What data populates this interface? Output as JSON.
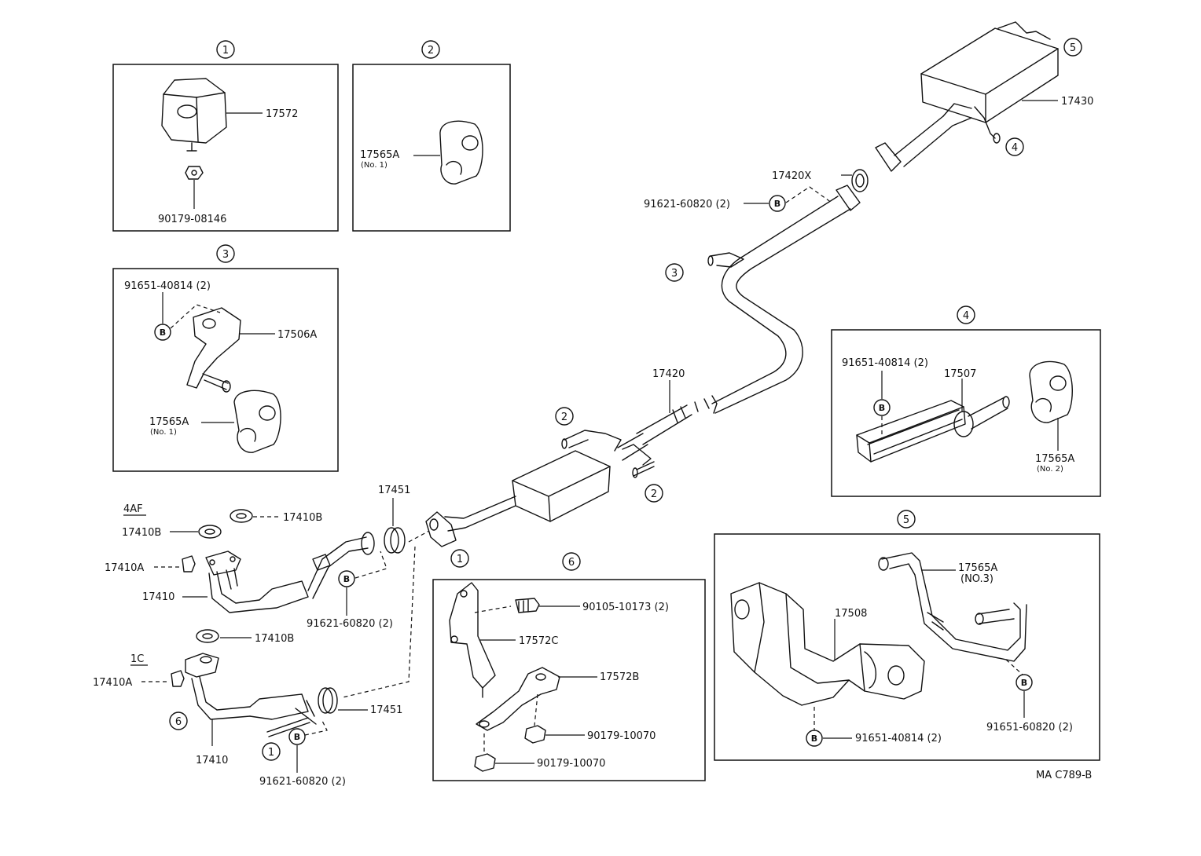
{
  "figure_code": "MA C789-B",
  "panels": [
    {
      "num": "1"
    },
    {
      "num": "2"
    },
    {
      "num": "3"
    },
    {
      "num": "4"
    },
    {
      "num": "5"
    },
    {
      "num": "6"
    }
  ],
  "callouts": {
    "c1_a": "1",
    "c1_b": "1",
    "c2_a": "2",
    "c2_b": "2",
    "c3": "3",
    "c4": "4",
    "c5": "5",
    "c6": "6",
    "b": "B"
  },
  "variants": {
    "v4af": "4AF",
    "v1c": "1C"
  },
  "parts": {
    "p17572": "17572",
    "p90179_08146": "90179-08146",
    "p17565A_1": "17565A",
    "p17565A_1_note": "(No. 1)",
    "p17565A_3": "17565A",
    "p17565A_3_note": "(No. 1)",
    "p91651_40814_3": "91651-40814 (2)",
    "p17506A": "17506A",
    "p91651_40814_4": "91651-40814 (2)",
    "p17507": "17507",
    "p17565A_4": "17565A",
    "p17565A_4_note": "(No. 2)",
    "p17565A_5": "17565A",
    "p17565A_5_note": "(NO.3)",
    "p17508": "17508",
    "p91651_40814_5": "91651-40814 (2)",
    "p91651_60820_5": "91651-60820 (2)",
    "p17430": "17430",
    "p17420X": "17420X",
    "p91621_60820_top": "91621-60820 (2)",
    "p17420": "17420",
    "p17451_top": "17451",
    "p17410B_a": "17410B",
    "p17410B_b": "17410B",
    "p17410B_c": "17410B",
    "p17410A_a": "17410A",
    "p17410_a": "17410",
    "p91621_60820_mid": "91621-60820 (2)",
    "p17410A_b": "17410A",
    "p17410_b": "17410",
    "p17451_bot": "17451",
    "p91621_60820_bot": "91621-60820 (2)",
    "p90105_10173": "90105-10173 (2)",
    "p17572C": "17572C",
    "p17572B": "17572B",
    "p90179_10070_a": "90179-10070",
    "p90179_10070_b": "90179-10070"
  }
}
